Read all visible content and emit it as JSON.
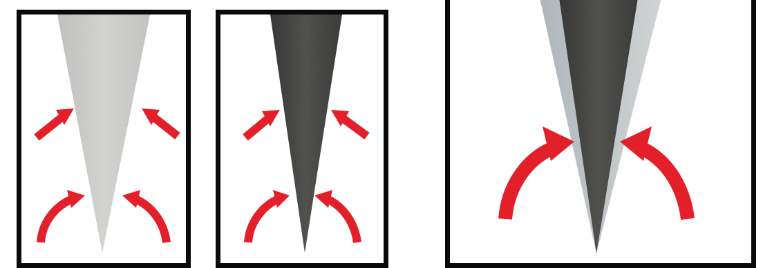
{
  "figure": {
    "panels": [
      {
        "id": "light-blade",
        "blade_color": "#cfd0cc",
        "arrow_pairs": 2
      },
      {
        "id": "dark-blade",
        "blade_color": "#3f3f3d",
        "arrow_pairs": 2
      },
      {
        "id": "dark-blade-zoomed",
        "blade_color": "#3a3a38",
        "arrow_pairs": 1
      }
    ],
    "arrow_color": "#e3202a",
    "frame_color": "#0a0a0a"
  }
}
